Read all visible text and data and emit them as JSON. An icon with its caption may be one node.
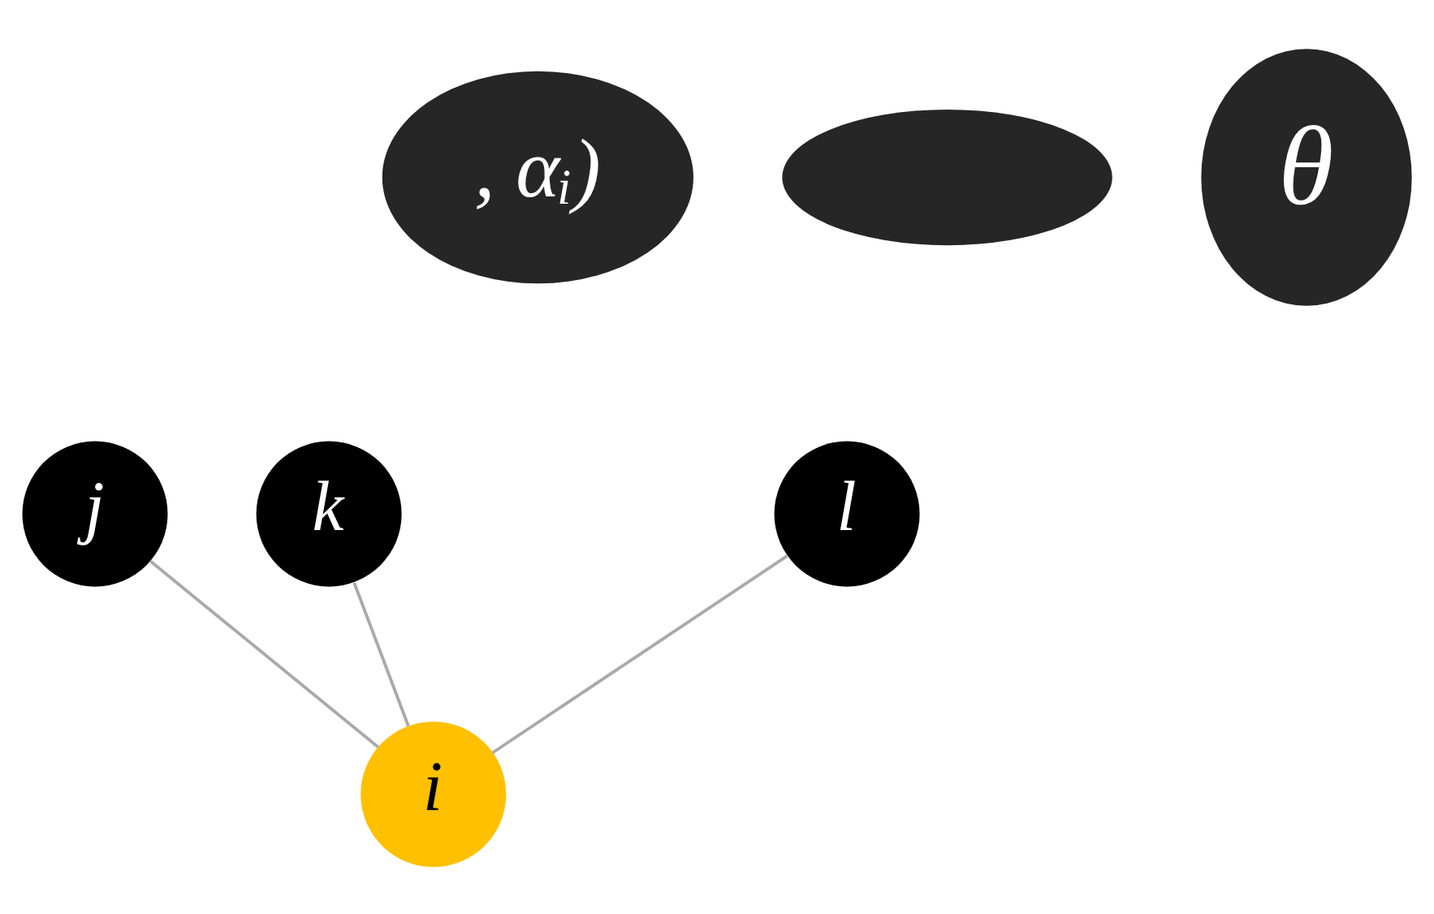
{
  "diagram": {
    "nodes": [
      {
        "text": [
          "j"
        ]
      },
      {
        "text": [
          "k"
        ]
      },
      {
        "text": [
          ", αᵢ)"
        ]
      },
      {
        "text": [
          "θ"
        ]
      },
      {
        "text": [],
        "shape": "bubble"
      },
      {
        "text": [
          "l"
        ]
      },
      {
        "text": [
          "i"
        ]
      }
    ],
    "edges": [
      {
        "from": 6,
        "to": 0,
        "arrow": "none"
      },
      {
        "from": 6,
        "to": 1,
        "arrow": "none"
      },
      {
        "from": 6,
        "to": 5,
        "arrow": "none"
      }
    ]
  }
}
